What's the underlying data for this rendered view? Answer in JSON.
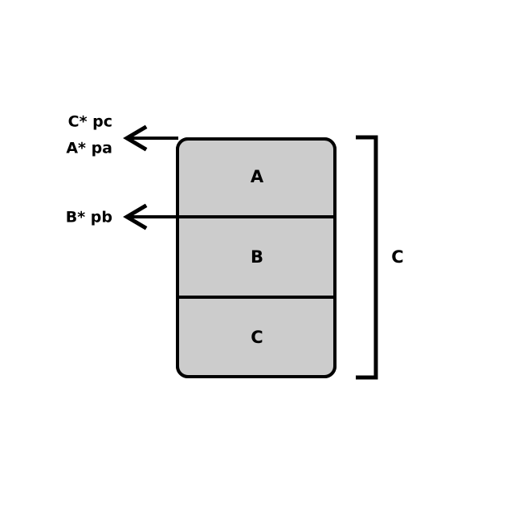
{
  "diagram": {
    "background_color": "#ffffff",
    "stroke_color": "#000000",
    "block_fill_color": "#cccccc",
    "stack": {
      "name": "stacked-block-diagram",
      "blocks": [
        {
          "id": "block-a",
          "label": "A"
        },
        {
          "id": "block-b",
          "label": "B"
        },
        {
          "id": "block-c",
          "label": "C"
        }
      ]
    },
    "arrows": [
      {
        "id": "arrow-top",
        "direction": "left",
        "labels": [
          "C* pc",
          "A* pa"
        ]
      },
      {
        "id": "arrow-middle",
        "direction": "left",
        "labels": [
          "B* pb"
        ]
      }
    ],
    "bracket": {
      "id": "right-bracket",
      "orientation": "right",
      "label": "C"
    },
    "labels": {
      "top_line_1": "C* pc",
      "top_line_2": "A* pa",
      "middle_line_1": "B* pb",
      "block_a": "A",
      "block_b": "B",
      "block_c": "C",
      "bracket": "C"
    }
  }
}
